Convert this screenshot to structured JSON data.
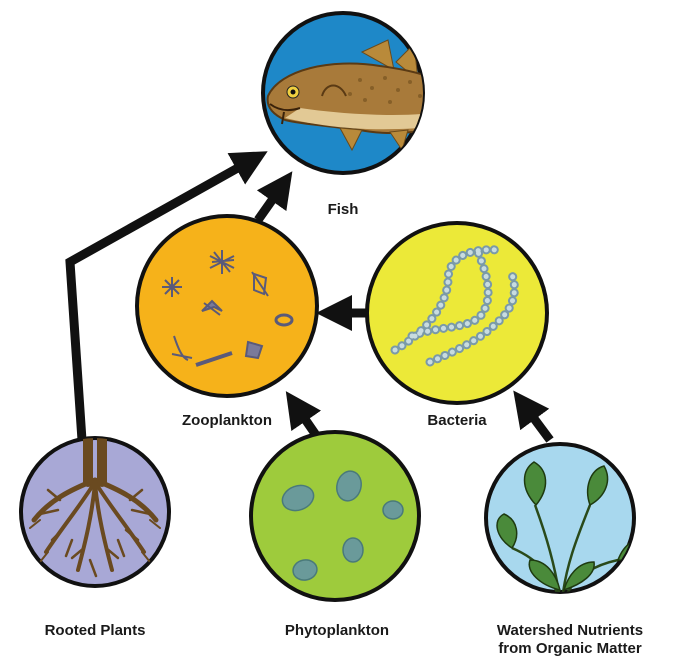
{
  "nodes": {
    "fish": {
      "label": "Fish"
    },
    "zooplankton": {
      "label": "Zooplankton"
    },
    "bacteria": {
      "label": "Bacteria"
    },
    "rooted_plants": {
      "label": "Rooted Plants"
    },
    "phytoplankton": {
      "label": "Phytoplankton"
    },
    "watershed": {
      "label_line1": "Watershed Nutrients",
      "label_line2": "from Organic Matter"
    }
  },
  "colors": {
    "fish": "#1e88c8",
    "zooplankton": "#f6b21a",
    "bacteria": "#ece938",
    "rooted_plants": "#a8a8d6",
    "phytoplankton": "#9ecb3c",
    "watershed": "#a8d8ee",
    "outline": "#111111",
    "arrow": "#111111"
  },
  "icons": {
    "fish": "cod-fish-icon",
    "zooplankton": "zooplankton-organisms-icon",
    "bacteria": "bacteria-chain-icon",
    "rooted_plants": "roots-icon",
    "phytoplankton": "algae-cells-icon",
    "watershed": "leafy-plant-icon"
  }
}
